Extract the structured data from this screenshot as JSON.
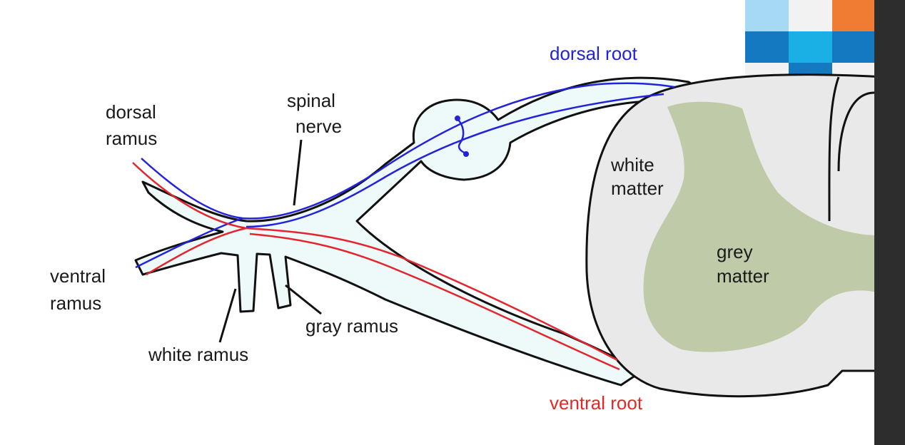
{
  "labels": {
    "dorsal_root": "dorsal root",
    "dorsal_ramus_line1": "dorsal",
    "dorsal_ramus_line2": "ramus",
    "spinal_nerve_line1": "spinal",
    "spinal_nerve_line2": "nerve",
    "white_matter_line1": "white",
    "white_matter_line2": "matter",
    "grey_matter_line1": "grey",
    "grey_matter_line2": "matter",
    "ventral_ramus_line1": "ventral",
    "ventral_ramus_line2": "ramus",
    "gray_ramus": "gray ramus",
    "white_ramus": "white ramus",
    "ventral_root": "ventral root"
  },
  "colors": {
    "nerve_fill": "#eef9f9",
    "outline": "#111111",
    "sensory_fiber": "#2323d9",
    "motor_fiber": "#e3262e",
    "white_matter": "#e9e9e9",
    "grey_matter": "#bfcaa8",
    "dorsal_label": "#2424d6",
    "ventral_label": "#e02a2a",
    "side_panel": "#2d2d2d"
  },
  "decoration": {
    "tile_colors": [
      [
        "#a6d9f3",
        "#f2f2f2",
        "#ef7c32"
      ],
      [
        "#1479c0",
        "#1ab0e6",
        "#1479c0"
      ],
      [
        "#f2f2f2",
        "#1479c0",
        "#f2f2f2"
      ],
      [
        "#ffffff",
        "#8fd0ee",
        "#ffffff"
      ]
    ]
  }
}
